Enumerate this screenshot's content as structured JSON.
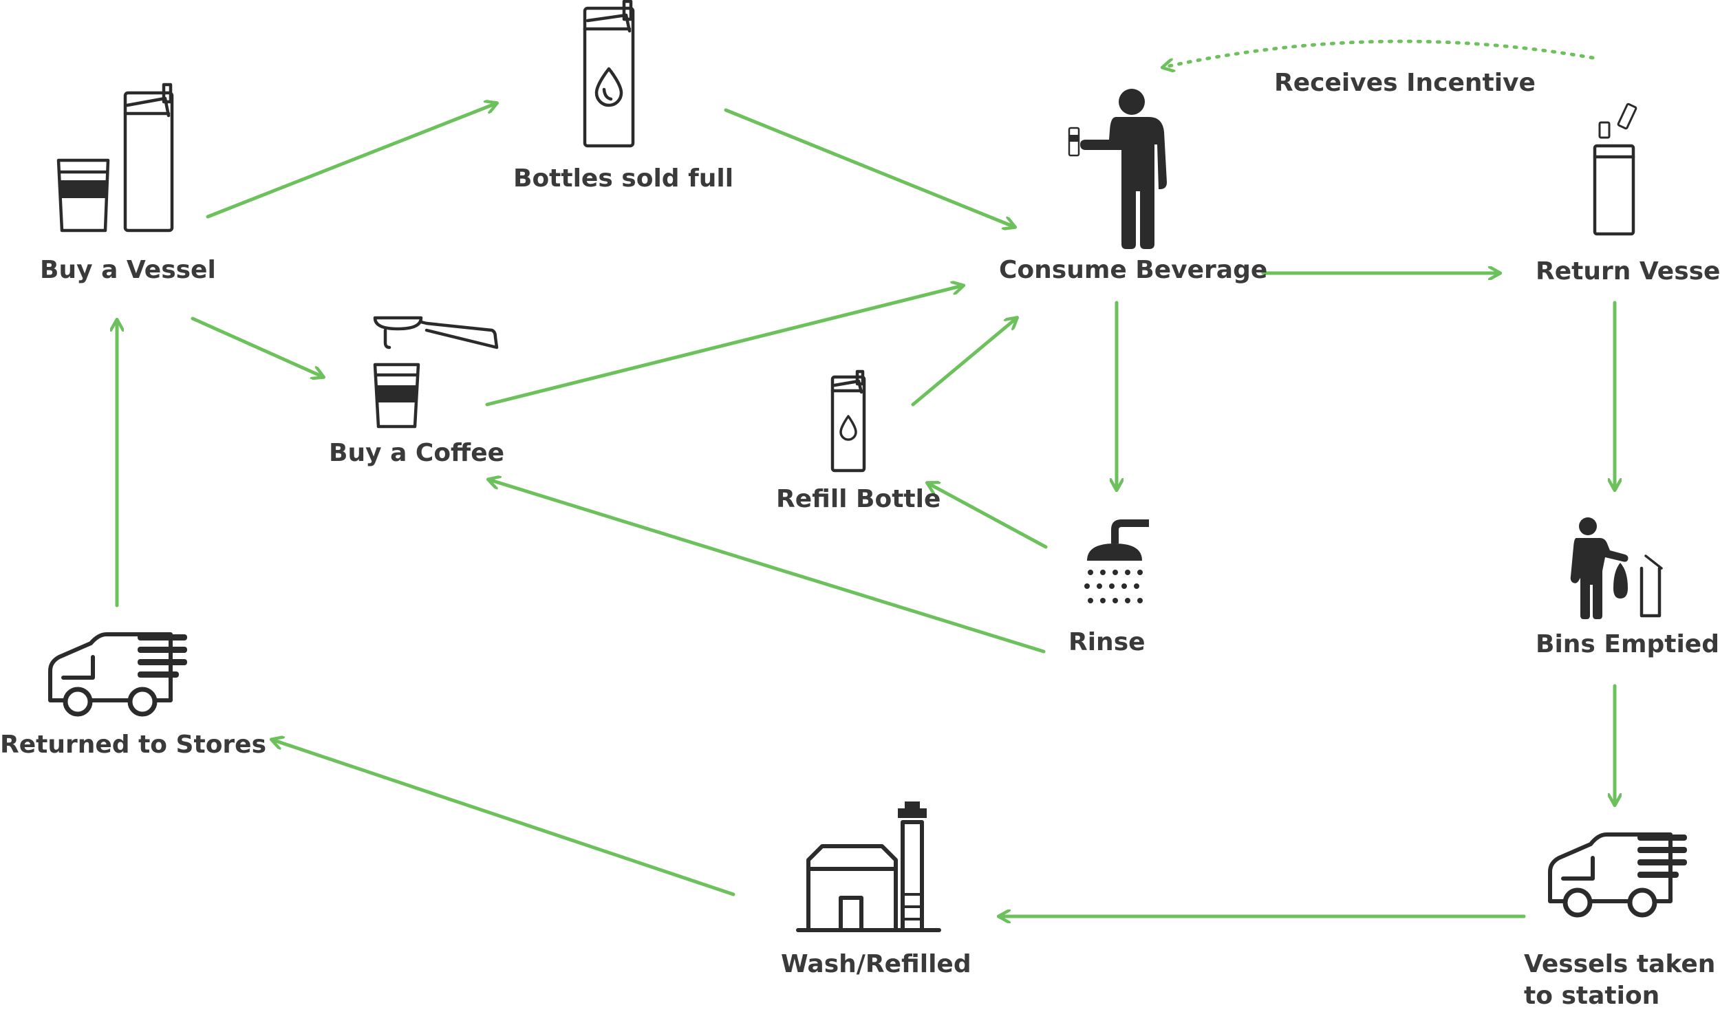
{
  "nodes": {
    "buy_vessel": {
      "label": "Buy a Vessel",
      "icon": "cup-and-bottle-icon"
    },
    "bottles_sold_full": {
      "label": "Bottles sold full",
      "icon": "water-bottle-icon"
    },
    "consume_beverage": {
      "label": "Consume Beverage",
      "icon": "person-drinking-icon"
    },
    "return_vessel": {
      "label": "Return Vessel",
      "icon": "return-bin-icon"
    },
    "buy_coffee": {
      "label": "Buy a Coffee",
      "icon": "espresso-cup-icon"
    },
    "refill_bottle": {
      "label": "Refill Bottle",
      "icon": "small-bottle-icon"
    },
    "rinse": {
      "label": "Rinse",
      "icon": "shower-icon"
    },
    "bins_emptied": {
      "label": "Bins Emptied",
      "icon": "person-emptying-bin-icon"
    },
    "returned_to_stores": {
      "label": "Returned to Stores",
      "icon": "delivery-van-icon"
    },
    "wash_refilled": {
      "label": "Wash/Refilled",
      "icon": "factory-icon"
    },
    "vessels_taken": {
      "label": "Vessels taken to station",
      "icon": "delivery-van-icon"
    }
  },
  "edge_labels": {
    "incentive": "Receives Incentive"
  },
  "colors": {
    "arrow": "#6cc15c",
    "icon": "#2b2b2b",
    "text": "#3a3a3a",
    "background": "#ffffff"
  }
}
